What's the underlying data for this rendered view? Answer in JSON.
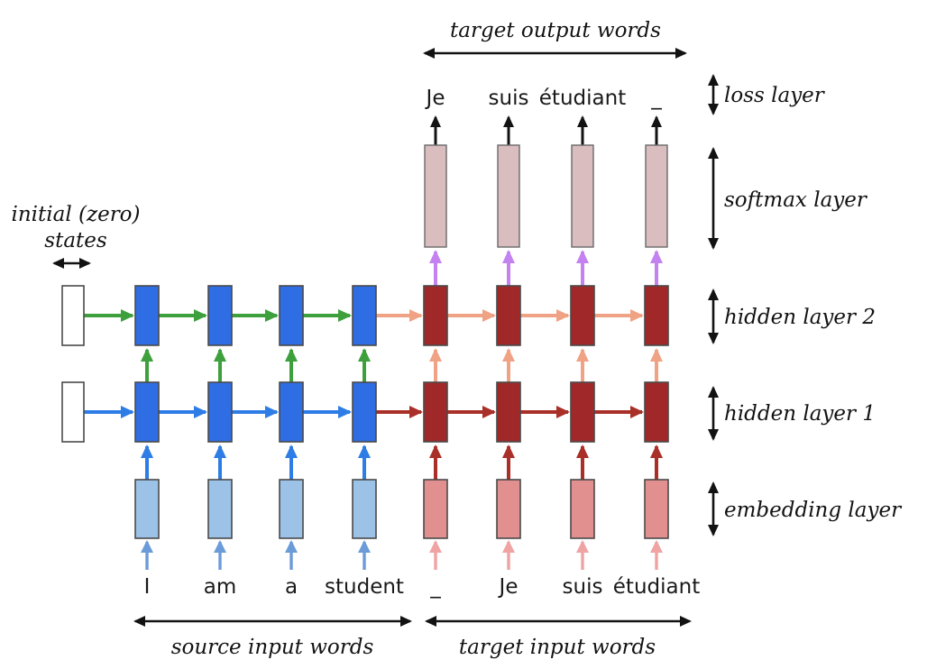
{
  "diagram": {
    "top_label": "target output words",
    "bottom_left_label": "source input words",
    "bottom_right_label": "target input words",
    "initial_states": [
      "initial (zero)",
      "states"
    ],
    "layer_labels": [
      "loss layer",
      "softmax layer",
      "hidden layer 2",
      "hidden layer 1",
      "embedding layer"
    ],
    "output_words": [
      "Je",
      "suis",
      "étudiant",
      "_"
    ],
    "source_words": [
      "I",
      "am",
      "a",
      "student"
    ],
    "target_words": [
      "_",
      "Je",
      "suis",
      "étudiant"
    ]
  },
  "colors": {
    "encoder_hidden_box": "#2e6de3",
    "decoder_hidden_box": "#a02828",
    "encoder_embedding_box": "#9cc2e8",
    "decoder_embedding_box": "#e28f8f",
    "softmax_box": "#d9bdbf",
    "initial_state_box": "#ffffff",
    "encoder_layer2_arrow": "#3da03d",
    "encoder_layer1_arrow": "#2e7ce5",
    "encoder_word_arrow": "#6b9bd8",
    "decoder_layer2_arrow": "#f0a284",
    "decoder_layer1_arrow": "#a93028",
    "softmax_input_arrow": "#c482f0",
    "decoder_word_arrow": "#efa3a3",
    "annotation_arrow": "#121212"
  }
}
